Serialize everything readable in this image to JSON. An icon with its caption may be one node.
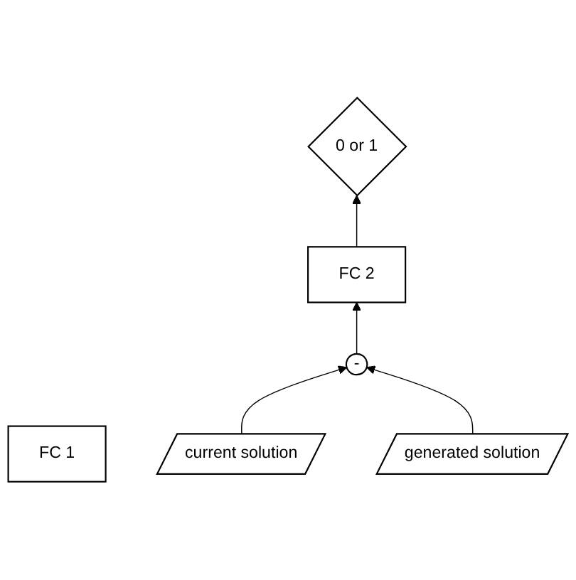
{
  "diagram": {
    "nodes": [
      {
        "text": [
          "0 or 1"
        ]
      },
      {
        "text": [
          "FC 2"
        ]
      },
      {
        "text": [
          "-"
        ]
      },
      {
        "text": [
          "FC 1"
        ]
      },
      {
        "text": [
          "current solution"
        ]
      },
      {
        "text": [
          "generated solution"
        ]
      }
    ],
    "edges": [
      {
        "from": 4,
        "to": 2,
        "arrow": "to"
      },
      {
        "from": 5,
        "to": 2,
        "arrow": "to"
      },
      {
        "from": 2,
        "to": 1,
        "arrow": "to"
      },
      {
        "from": 1,
        "to": 0,
        "arrow": "to"
      }
    ]
  }
}
